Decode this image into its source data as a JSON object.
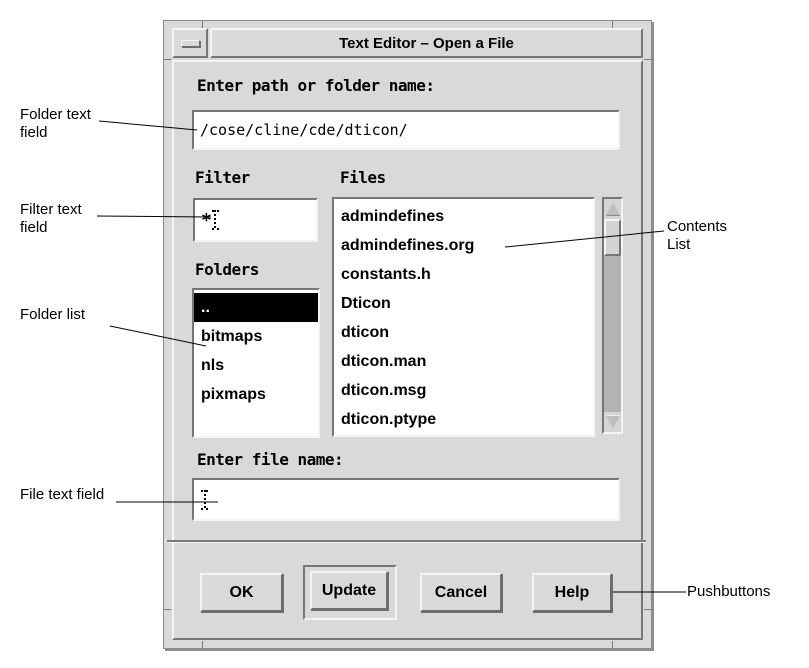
{
  "window": {
    "title": "Text Editor – Open a File",
    "path_section": {
      "label": "Enter path or folder name:",
      "value": "/cose/cline/cde/dticon/"
    },
    "filter_section": {
      "label": "Filter",
      "value": "*"
    },
    "files_section": {
      "label": "Files",
      "items": [
        "admindefines",
        "admindefines.org",
        "constants.h",
        "Dticon",
        "dticon",
        "dticon.man",
        "dticon.msg",
        "dticon.ptype"
      ]
    },
    "folders_section": {
      "label": "Folders",
      "items": [
        "..",
        "bitmaps",
        "nls",
        "pixmaps"
      ],
      "selected": ".."
    },
    "filename_section": {
      "label": "Enter file name:",
      "value": ""
    },
    "buttons": {
      "ok": "OK",
      "update": "Update",
      "cancel": "Cancel",
      "help": "Help"
    }
  },
  "annotations": {
    "folder_text_field": "Folder text field",
    "filter_text_field": "Filter text field",
    "folder_list": "Folder list",
    "file_text_field": "File text field",
    "contents_list": "Contents List",
    "pushbuttons": "Pushbuttons"
  },
  "colors": {
    "window_bg": "#d9d9d9",
    "bevel_light": "#f4f4f4",
    "bevel_dark": "#767676",
    "selection_bg": "#000000",
    "selection_fg": "#ffffff",
    "field_bg": "#ffffff"
  }
}
